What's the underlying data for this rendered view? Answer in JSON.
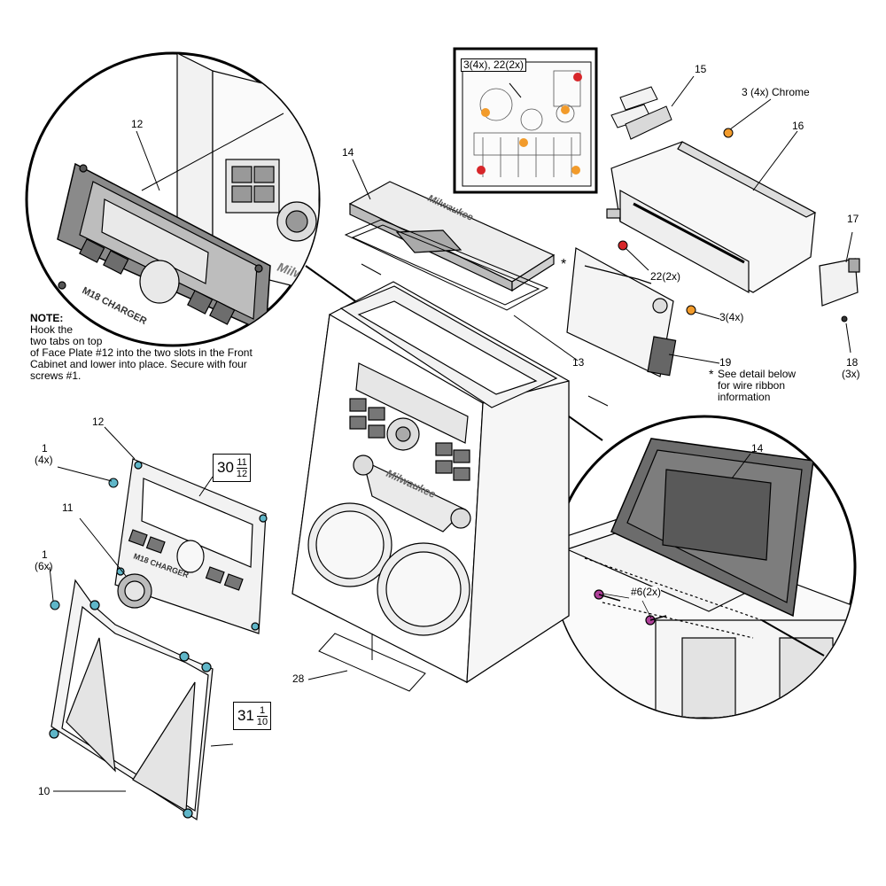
{
  "labels": {
    "p12_top": "12",
    "p14_top": "14",
    "p15": "15",
    "p3_chrome": "3 (4x) Chrome",
    "p16": "16",
    "p17": "17",
    "p22": "22(2x)",
    "p3_4x": "3(4x)",
    "p19": "19",
    "p18": "18",
    "p18_qty": "(3x)",
    "p13": "13",
    "p12_mid": "12",
    "p1_a": "1",
    "p1_a_qty": "(4x)",
    "p11": "11",
    "p1_b": "1",
    "p1_b_qty": "(6x)",
    "p10": "10",
    "p28": "28",
    "p14_inset": "14",
    "p6_inset": "#6(2x)",
    "asterisk": "*"
  },
  "inset_board_label": "3(4x), 22(2x)",
  "see_detail": {
    "line1": "See detail below",
    "line2": "for wire ribbon",
    "line3": "information"
  },
  "note": {
    "title": "NOTE:",
    "lines": [
      "Hook the",
      "two tabs on top",
      "of Face Plate #12 into the two slots in the Front",
      "Cabinet and lower into place. Secure with four",
      "screws #1."
    ]
  },
  "page_refs": [
    {
      "big": "30",
      "num": "11",
      "den": "12"
    },
    {
      "big": "31",
      "num": "1",
      "den": "10"
    }
  ],
  "logo_text": "Milwaukee",
  "faceplate_text": "M18 CHARGER",
  "colors": {
    "line": "#000000",
    "panel_gray": "#808080",
    "dark_gray": "#5a5a5a",
    "screw_cyan": "#5fb6c8",
    "screw_orange": "#f29b2b",
    "screw_red": "#d7262a",
    "screw_magenta": "#b0409a"
  }
}
